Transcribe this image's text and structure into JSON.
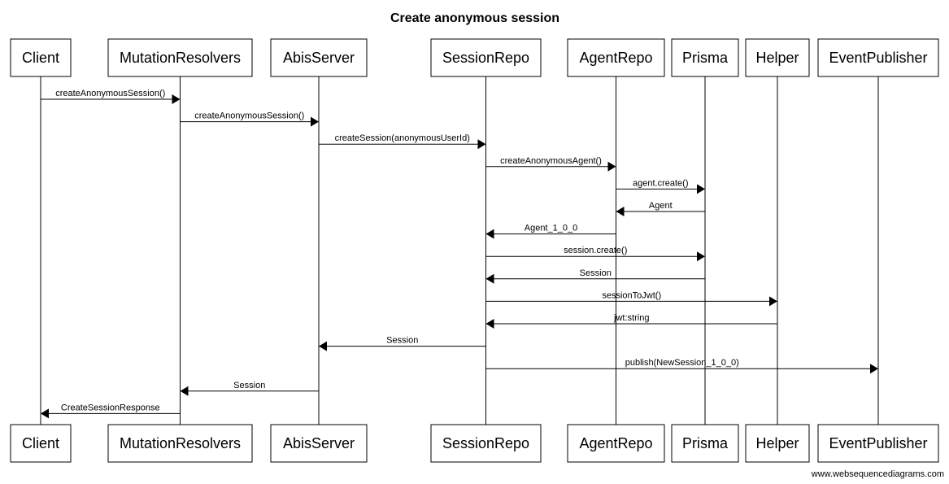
{
  "title": "Create anonymous session",
  "footer": "www.websequencediagrams.com",
  "participants": [
    {
      "id": "client",
      "label": "Client"
    },
    {
      "id": "mutation-resolvers",
      "label": "MutationResolvers"
    },
    {
      "id": "abis-server",
      "label": "AbisServer"
    },
    {
      "id": "session-repo",
      "label": "SessionRepo"
    },
    {
      "id": "agent-repo",
      "label": "AgentRepo"
    },
    {
      "id": "prisma",
      "label": "Prisma"
    },
    {
      "id": "helper",
      "label": "Helper"
    },
    {
      "id": "event-publisher",
      "label": "EventPublisher"
    }
  ],
  "messages": [
    {
      "from": 0,
      "to": 1,
      "label": "createAnonymousSession()"
    },
    {
      "from": 1,
      "to": 2,
      "label": "createAnonymousSession()"
    },
    {
      "from": 2,
      "to": 3,
      "label": "createSession(anonymousUserId)"
    },
    {
      "from": 3,
      "to": 4,
      "label": "createAnonymousAgent()"
    },
    {
      "from": 4,
      "to": 5,
      "label": "agent.create()"
    },
    {
      "from": 5,
      "to": 4,
      "label": "Agent"
    },
    {
      "from": 4,
      "to": 3,
      "label": "Agent_1_0_0"
    },
    {
      "from": 3,
      "to": 5,
      "label": "session.create()"
    },
    {
      "from": 5,
      "to": 3,
      "label": "Session"
    },
    {
      "from": 3,
      "to": 6,
      "label": "sessionToJwt()"
    },
    {
      "from": 6,
      "to": 3,
      "label": "jwt:string"
    },
    {
      "from": 3,
      "to": 2,
      "label": "Session"
    },
    {
      "from": 3,
      "to": 7,
      "label": "publish(NewSession_1_0_0)"
    },
    {
      "from": 2,
      "to": 1,
      "label": "Session"
    },
    {
      "from": 1,
      "to": 0,
      "label": "CreateSessionResponse"
    }
  ]
}
